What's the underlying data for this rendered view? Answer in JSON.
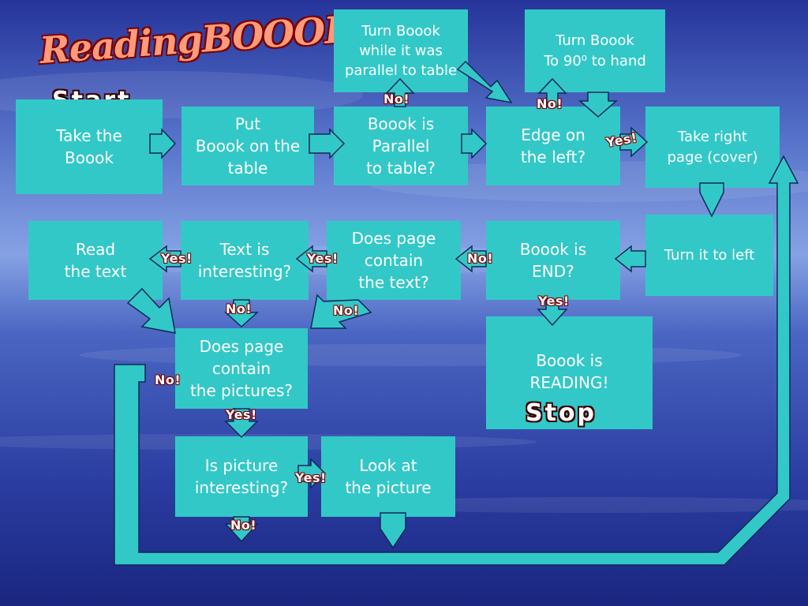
{
  "title": "ReadingBOOOKS",
  "start_label": "Start",
  "stop_label": "Stop",
  "nodes": {
    "take_book": "Take the\nBoook",
    "put_book": "Put\nBoook on the\ntable",
    "parallel_q": "Boook is\nParallel\nto table?",
    "turn_parallel": "Turn Boook\nwhile it was\nparallel to table",
    "edge_left_q": "Edge on\nthe left?",
    "turn_90": "Turn Boook\nTo 90⁰ to hand",
    "take_right_page": "Take right\npage (cover)",
    "turn_left": "Turn it to left",
    "end_q": "Boook is\nEND?",
    "reading_done": "Boook is\nREADING!",
    "contain_text_q": "Does page\ncontain\nthe text?",
    "text_interesting_q": "Text is\ninteresting?",
    "read_text": "Read\nthe text",
    "contain_pictures_q": "Does page\ncontain\nthe pictures?",
    "picture_interesting_q": "Is picture\ninteresting?",
    "look_picture": "Look at\nthe picture"
  },
  "badges": {
    "no_parallel": "No!",
    "no_edge": "No!",
    "yes_edge": "Yes!",
    "no_end": "No!",
    "yes_end": "Yes!",
    "yes_text_contain": "Yes!",
    "no_text_contain": "No!",
    "yes_text_interest": "Yes!",
    "no_text_interest": "No!",
    "no_pictures": "No!",
    "yes_pictures": "Yes!",
    "yes_picture_interest": "Yes!",
    "no_picture_interest": "No!"
  },
  "colors": {
    "box": "#33c8c8",
    "badge_outline": "#7a0000",
    "title": "#ff9a7a"
  }
}
